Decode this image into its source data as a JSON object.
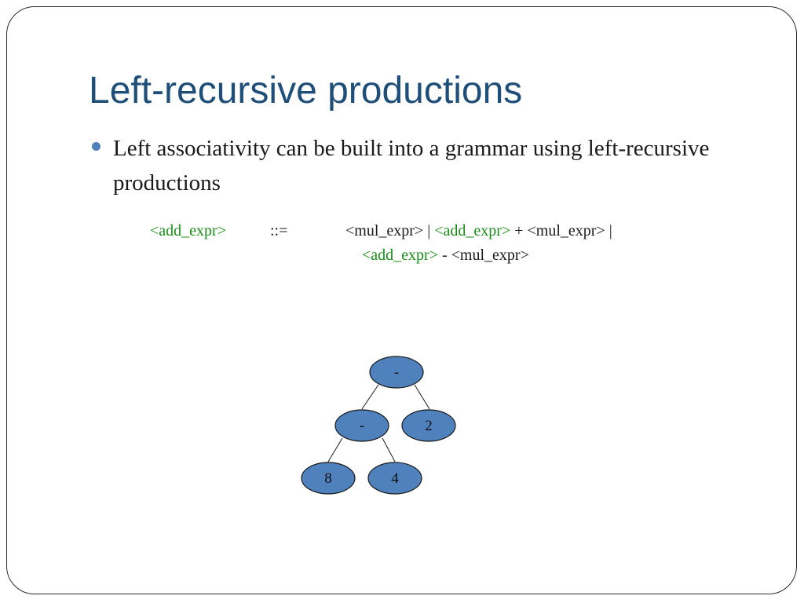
{
  "slide": {
    "title": "Left-recursive productions",
    "bullet": "Left associativity can be built into a grammar using left-recursive productions"
  },
  "grammar": {
    "lhs": "<add_expr>",
    "assign": "::=",
    "line1": {
      "alt1": "<mul_expr>",
      "sep1": " | ",
      "nt2": "<add_expr>",
      "op1": " + <mul_expr> |"
    },
    "line2": {
      "nt": "<add_expr>",
      "op": " - <mul_expr>"
    }
  },
  "tree": {
    "root": "-",
    "left": "-",
    "right": "2",
    "left_left": "8",
    "left_right": "4"
  },
  "colors": {
    "title": "#1f4e79",
    "nonterminal": "#1a8a1a",
    "node_fill": "#4f81bd",
    "node_stroke": "#1a1a1a"
  }
}
